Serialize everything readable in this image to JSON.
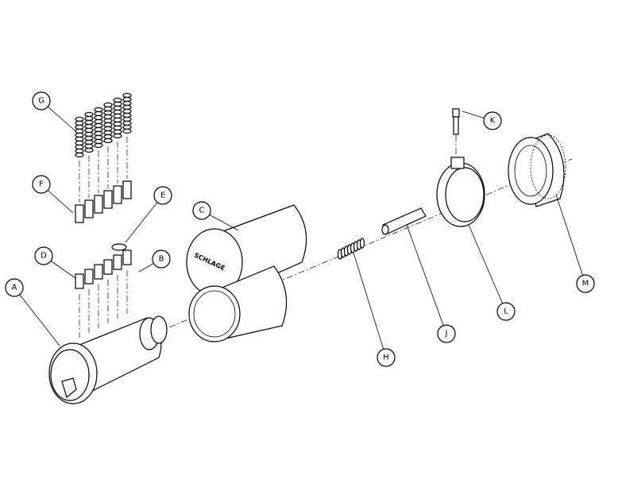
{
  "diagram": {
    "brand_text": "SCHLAGE",
    "callouts": [
      {
        "id": "G",
        "label": "G"
      },
      {
        "id": "F",
        "label": "F"
      },
      {
        "id": "E",
        "label": "E"
      },
      {
        "id": "D",
        "label": "D"
      },
      {
        "id": "B",
        "label": "B"
      },
      {
        "id": "A",
        "label": "A"
      },
      {
        "id": "C",
        "label": "C"
      },
      {
        "id": "H",
        "label": "H"
      },
      {
        "id": "J",
        "label": "J"
      },
      {
        "id": "K",
        "label": "K"
      },
      {
        "id": "L",
        "label": "L"
      },
      {
        "id": "M",
        "label": "M"
      }
    ]
  }
}
